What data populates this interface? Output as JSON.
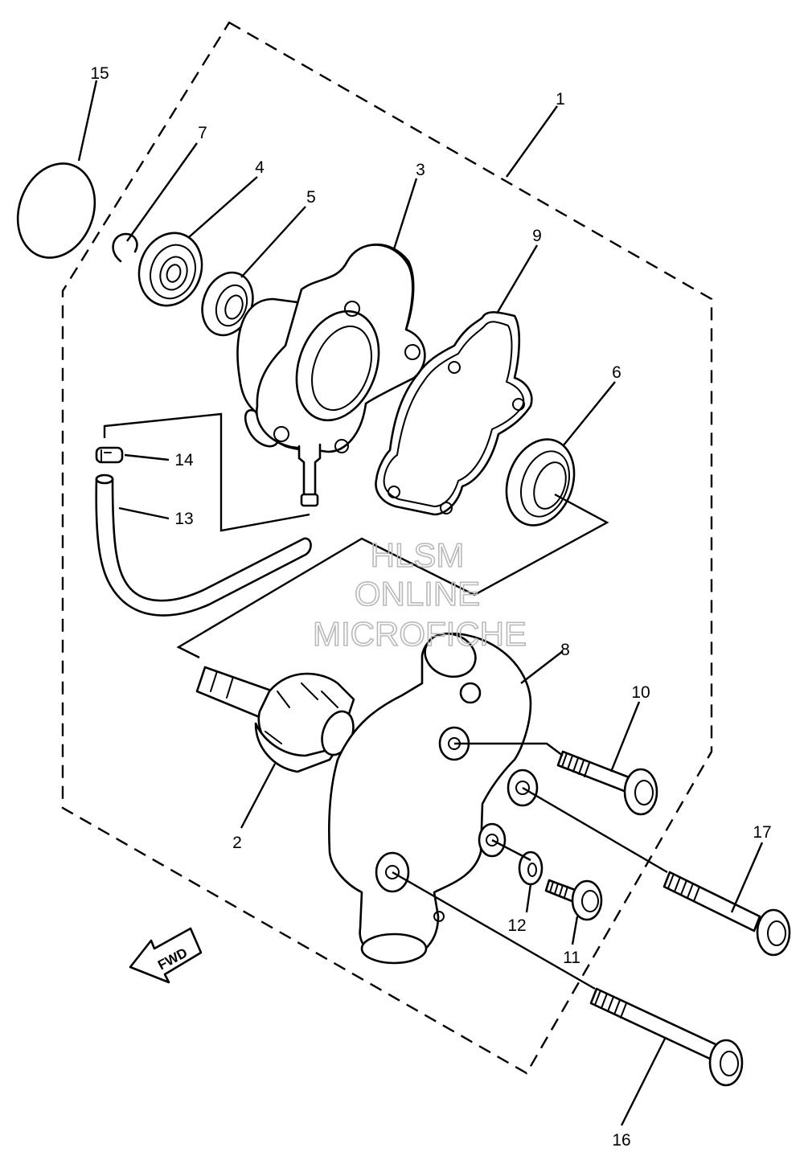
{
  "watermark": {
    "line1": "HLSM",
    "line2": "ONLINE",
    "line3": "MICROFICHE"
  },
  "direction_marker": {
    "label": "FWD"
  },
  "callouts": {
    "c1": "1",
    "c2": "2",
    "c3": "3",
    "c4": "4",
    "c5": "5",
    "c6": "6",
    "c7": "7",
    "c8": "8",
    "c9": "9",
    "c10": "10",
    "c11": "11",
    "c12": "12",
    "c13": "13",
    "c14": "14",
    "c15": "15",
    "c16": "16",
    "c17": "17"
  },
  "colors": {
    "line": "#000000",
    "background": "#ffffff",
    "watermark": "#b9b9b9"
  }
}
